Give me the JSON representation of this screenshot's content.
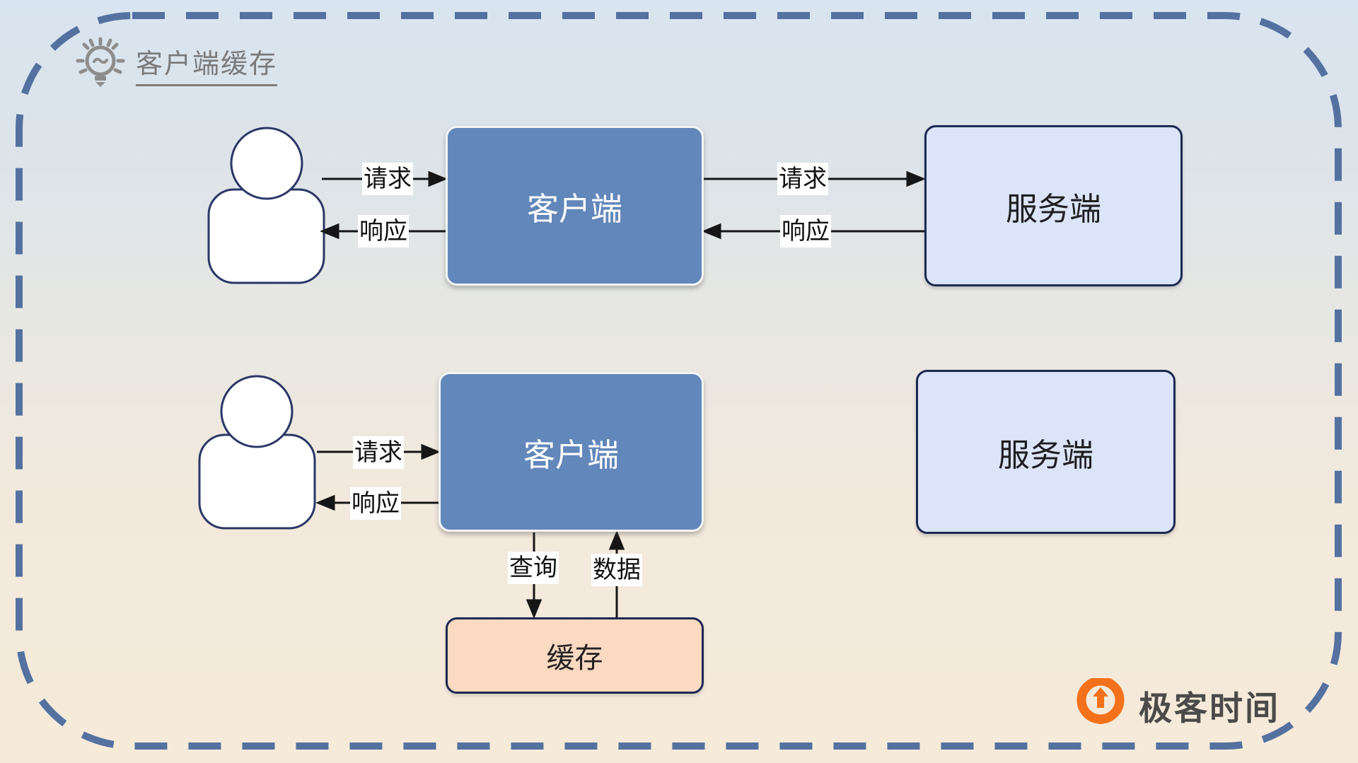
{
  "diagram": {
    "title": "客户端缓存",
    "nodes": [
      {
        "id": "client-top",
        "label": "客户端"
      },
      {
        "id": "server-top",
        "label": "服务端"
      },
      {
        "id": "client-bottom",
        "label": "客户端"
      },
      {
        "id": "server-bottom",
        "label": "服务端"
      },
      {
        "id": "cache",
        "label": "缓存"
      }
    ],
    "edge_labels": [
      {
        "id": "user-to-client-top",
        "label": "请求"
      },
      {
        "id": "client-to-user-top",
        "label": "响应"
      },
      {
        "id": "client-to-server-top",
        "label": "请求"
      },
      {
        "id": "server-to-client-top",
        "label": "响应"
      },
      {
        "id": "user-to-client-bottom",
        "label": "请求"
      },
      {
        "id": "client-to-user-bottom",
        "label": "响应"
      },
      {
        "id": "client-to-cache",
        "label": "查询"
      },
      {
        "id": "cache-to-client",
        "label": "数据"
      }
    ],
    "icons": [
      "lightbulb-icon",
      "user-icon",
      "geektime-logo-icon"
    ],
    "colors": {
      "client_fill": "#6287ba",
      "server_fill": "#dbe4f9",
      "cache_fill": "#fcd9c1",
      "node_border": "#1c2952",
      "dashed_border": "#54719f",
      "arrow": "#161616",
      "title_text": "#7a7a7a",
      "logo_orange": "#f4711c",
      "logo_text_color": "#4b4a48",
      "bg_top": "#d8e4ef",
      "bg_bottom": "#f6ead9"
    }
  },
  "logo": {
    "text": "极客时间"
  }
}
